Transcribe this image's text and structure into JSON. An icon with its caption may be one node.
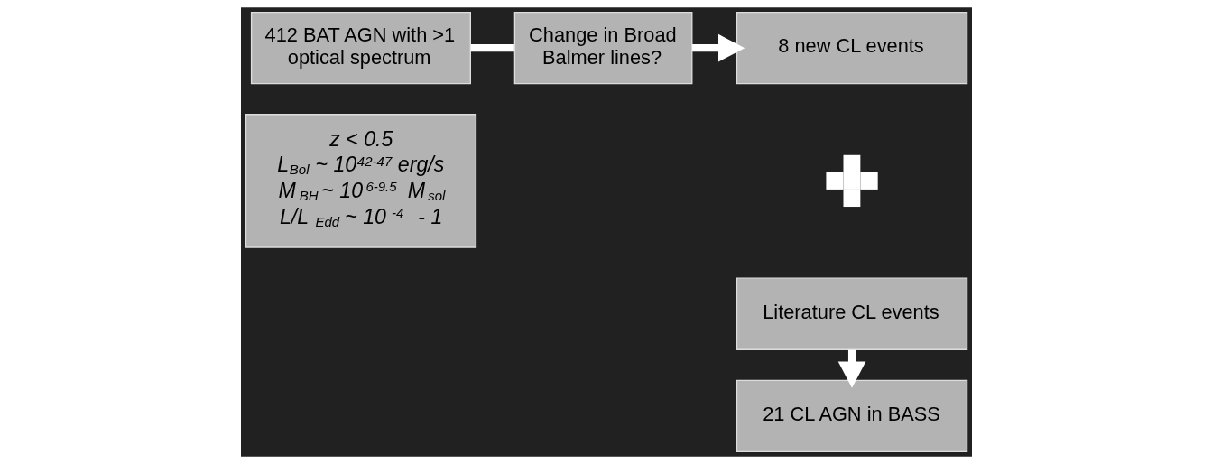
{
  "diagram": {
    "nodes": [
      {
        "text": [
          "412 BAT AGN with >1 optical spectrum"
        ]
      },
      {
        "text": [
          "z < 0.5",
          "L$_{Bol}$ ~ 10$^{42-47}$ erg/s",
          "M$_{BH}$~ 10$^{6-9.5}$ M$_{sol}$",
          "L/L$_{Edd}$~ 10$^{-4}$ - 1"
        ]
      },
      {
        "text": [
          "Change in Broad Balmer lines?"
        ]
      },
      {
        "text": [
          "8 new CL events"
        ]
      },
      {
        "text": [],
        "shape": "plus"
      },
      {
        "text": [
          "Literature CL events"
        ]
      },
      {
        "text": [
          "21 CL AGN in BASS"
        ]
      }
    ],
    "edges": [
      {
        "from": 0,
        "to": 2,
        "arrow": "none"
      },
      {
        "from": 2,
        "to": 3,
        "arrow": "to"
      },
      {
        "from": 5,
        "to": 6,
        "arrow": "to"
      }
    ]
  }
}
